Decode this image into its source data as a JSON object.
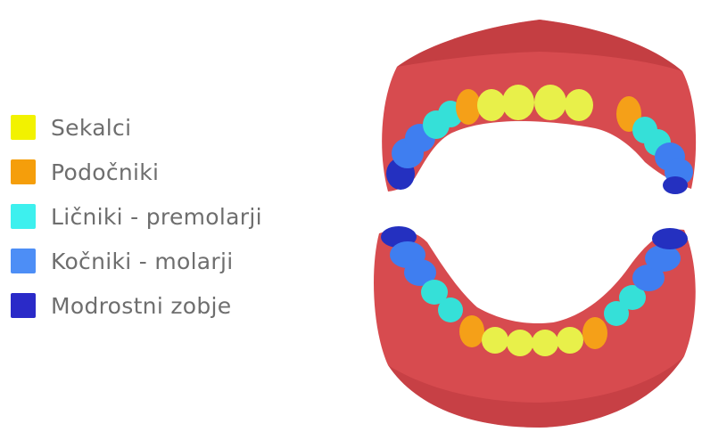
{
  "legend": {
    "items": [
      {
        "label": "Sekalci",
        "color": "#f2f200"
      },
      {
        "label": "Podočniki",
        "color": "#f59e0b"
      },
      {
        "label": "Ličniki - premolarji",
        "color": "#3df0ee"
      },
      {
        "label": "Kočniki - molarji",
        "color": "#4d8ef6"
      },
      {
        "label": "Modrostni zobje",
        "color": "#2a2ac8"
      }
    ]
  },
  "colors": {
    "gum": "#d74b4f",
    "gum_dark": "#b8353b",
    "incisor": "#e8f04a",
    "canine": "#f5a018",
    "premolar": "#35e0d8",
    "molar": "#3f7ef0",
    "wisdom": "#2430c0"
  }
}
